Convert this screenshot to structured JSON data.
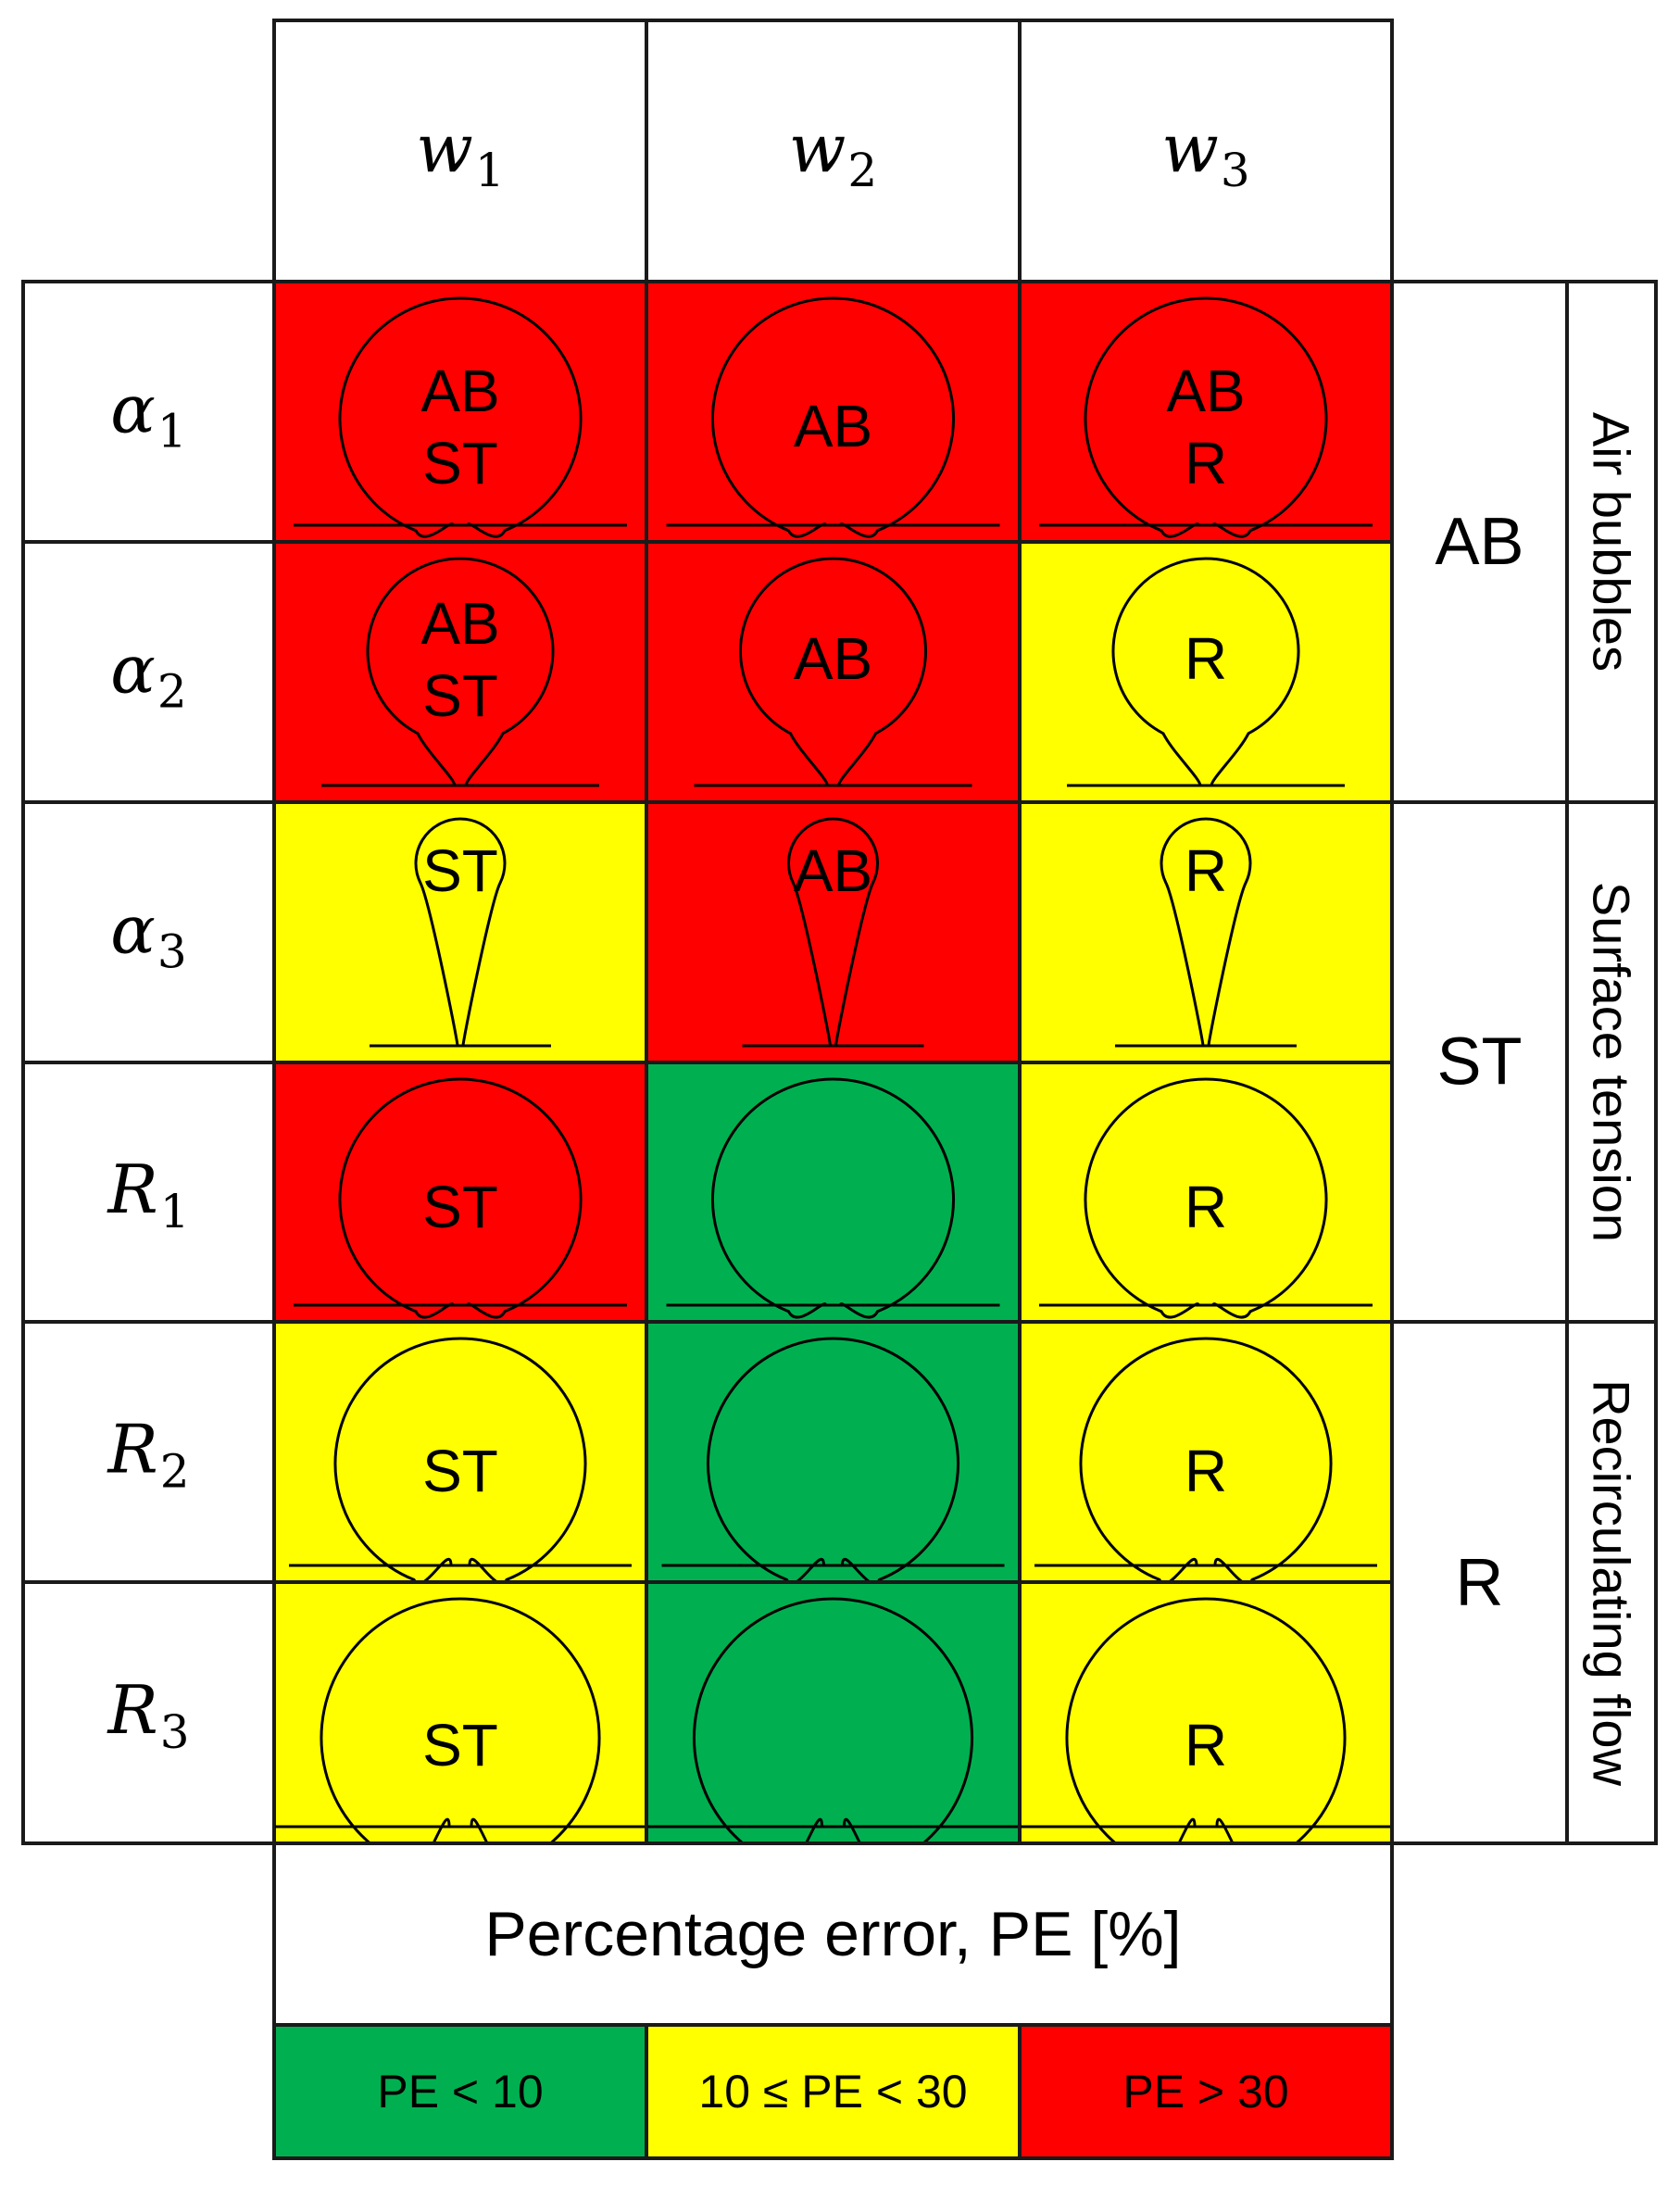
{
  "columns": [
    {
      "symbol": "w",
      "sub": "1"
    },
    {
      "symbol": "w",
      "sub": "2"
    },
    {
      "symbol": "w",
      "sub": "3"
    }
  ],
  "rows": [
    {
      "symbol": "α",
      "sub": "1"
    },
    {
      "symbol": "α",
      "sub": "2"
    },
    {
      "symbol": "α",
      "sub": "3"
    },
    {
      "symbol": "R",
      "sub": "1"
    },
    {
      "symbol": "R",
      "sub": "2"
    },
    {
      "symbol": "R",
      "sub": "3"
    }
  ],
  "colors": {
    "low": "#00b050",
    "mid": "#ffff00",
    "high": "#ff0000",
    "border": "#1a1a1a"
  },
  "cells": [
    [
      {
        "level": "high",
        "lines": [
          "AB",
          "ST"
        ],
        "shape": "round"
      },
      {
        "level": "high",
        "lines": [
          "AB"
        ],
        "shape": "round"
      },
      {
        "level": "high",
        "lines": [
          "AB",
          "R"
        ],
        "shape": "round"
      }
    ],
    [
      {
        "level": "high",
        "lines": [
          "AB",
          "ST"
        ],
        "shape": "pear"
      },
      {
        "level": "high",
        "lines": [
          "AB"
        ],
        "shape": "pear"
      },
      {
        "level": "mid",
        "lines": [
          "R"
        ],
        "shape": "pear"
      }
    ],
    [
      {
        "level": "mid",
        "lines": [
          "ST"
        ],
        "shape": "drop"
      },
      {
        "level": "high",
        "lines": [
          "AB"
        ],
        "shape": "drop"
      },
      {
        "level": "mid",
        "lines": [
          "R"
        ],
        "shape": "drop"
      }
    ],
    [
      {
        "level": "high",
        "lines": [
          "ST"
        ],
        "shape": "round"
      },
      {
        "level": "low",
        "lines": [],
        "shape": "round"
      },
      {
        "level": "mid",
        "lines": [
          "R"
        ],
        "shape": "round"
      }
    ],
    [
      {
        "level": "mid",
        "lines": [
          "ST"
        ],
        "shape": "flared"
      },
      {
        "level": "low",
        "lines": [],
        "shape": "flared"
      },
      {
        "level": "mid",
        "lines": [
          "R"
        ],
        "shape": "flared"
      }
    ],
    [
      {
        "level": "mid",
        "lines": [
          "ST"
        ],
        "shape": "wide"
      },
      {
        "level": "low",
        "lines": [],
        "shape": "wide"
      },
      {
        "level": "mid",
        "lines": [
          "R"
        ],
        "shape": "wide"
      }
    ]
  ],
  "groups": [
    {
      "abbr": "AB",
      "name": "Air bubbles"
    },
    {
      "abbr": "ST",
      "name": "Surface tension"
    },
    {
      "abbr": "R",
      "name": "Recirculating flow"
    }
  ],
  "legend": {
    "title": "Percentage error, PE [%]",
    "items": [
      {
        "level": "low",
        "label": "PE < 10"
      },
      {
        "level": "mid",
        "label": "10 ≤ PE < 30"
      },
      {
        "level": "high",
        "label": "PE > 30"
      }
    ]
  }
}
